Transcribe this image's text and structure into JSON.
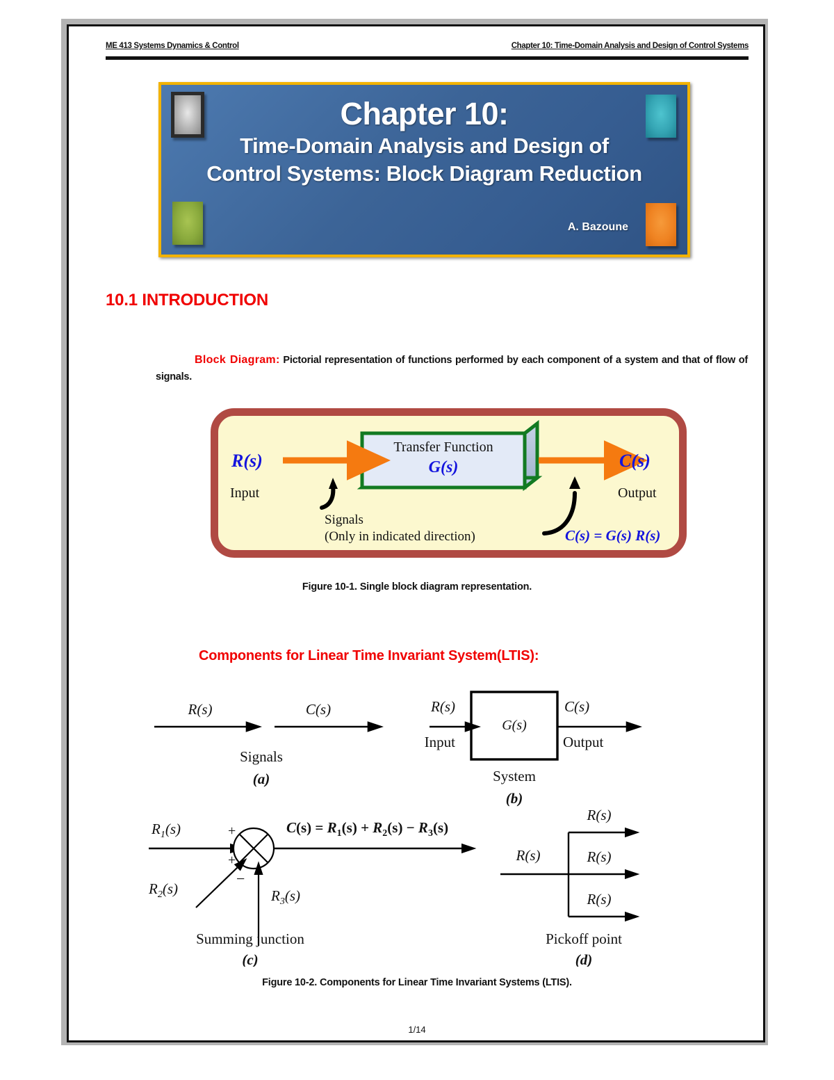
{
  "document": {
    "header_left": "ME 413 Systems Dynamics & Control",
    "header_right": "Chapter 10: Time-Domain Analysis and Design of Control Systems",
    "page_number": "1/14"
  },
  "title_banner": {
    "line1": "Chapter 10:",
    "line2": "Time-Domain Analysis and Design of",
    "line3": "Control Systems: Block Diagram Reduction",
    "author": "A. Bazoune",
    "colors": {
      "background_blue": "#3c6497",
      "border_gold": "#f2b200",
      "square_top_left_silver": "#bdbdbd",
      "square_top_right_teal": "#35a5b4",
      "square_bottom_left_green": "#8aaa3d",
      "square_bottom_right_orange": "#ef8322",
      "text": "#ffffff"
    }
  },
  "section": {
    "number": "10.1",
    "heading": "10.1  INTRODUCTION",
    "heading_color": "#f00000"
  },
  "intro": {
    "lead": "Block Diagram:",
    "body": " Pictorial representation of functions performed by each component of a system and that of flow of signals."
  },
  "figure1": {
    "caption": "Figure 10-1. Single block diagram representation.",
    "input_label": "R(s)",
    "input_sub": "Input",
    "output_label": "C(s)",
    "output_sub": "Output",
    "block_title": "Transfer Function",
    "block_function": "G(s)",
    "signals_label": "Signals",
    "signals_note": "(Only in indicated direction)",
    "equation": "C(s) = G(s) R(s)",
    "colors": {
      "panel_fill": "#fcf8cf",
      "panel_border": "#b04a43",
      "block_border": "#127a22",
      "block_fill": "#e3eaf7",
      "arrow": "#f57a10",
      "math_blue": "#1414dd"
    }
  },
  "ltis": {
    "heading": "Components for Linear Time Invariant System(LTIS):",
    "heading_color": "#f00000"
  },
  "figure2": {
    "caption": "Figure 10-2. Components for Linear Time Invariant Systems (LTIS).",
    "parts": [
      {
        "key": "a",
        "tag": "(a)",
        "title": "Signals",
        "labels": [
          "R(s)",
          "C(s)"
        ]
      },
      {
        "key": "b",
        "tag": "(b)",
        "title": "System",
        "block": "G(s)",
        "labels": [
          "R(s)",
          "Input",
          "C(s)",
          "Output"
        ]
      },
      {
        "key": "c",
        "tag": "(c)",
        "title": "Summing junction",
        "input1": "R1(s)",
        "input2": "R2(s)",
        "input3": "R3(s)",
        "signs": [
          "+",
          "+",
          "−"
        ],
        "output_equation": "C(s) = R1(s) + R2(s) − R3(s)"
      },
      {
        "key": "d",
        "tag": "(d)",
        "title": "Pickoff point",
        "input": "R(s)",
        "outputs": [
          "R(s)",
          "R(s)",
          "R(s)"
        ]
      }
    ]
  }
}
